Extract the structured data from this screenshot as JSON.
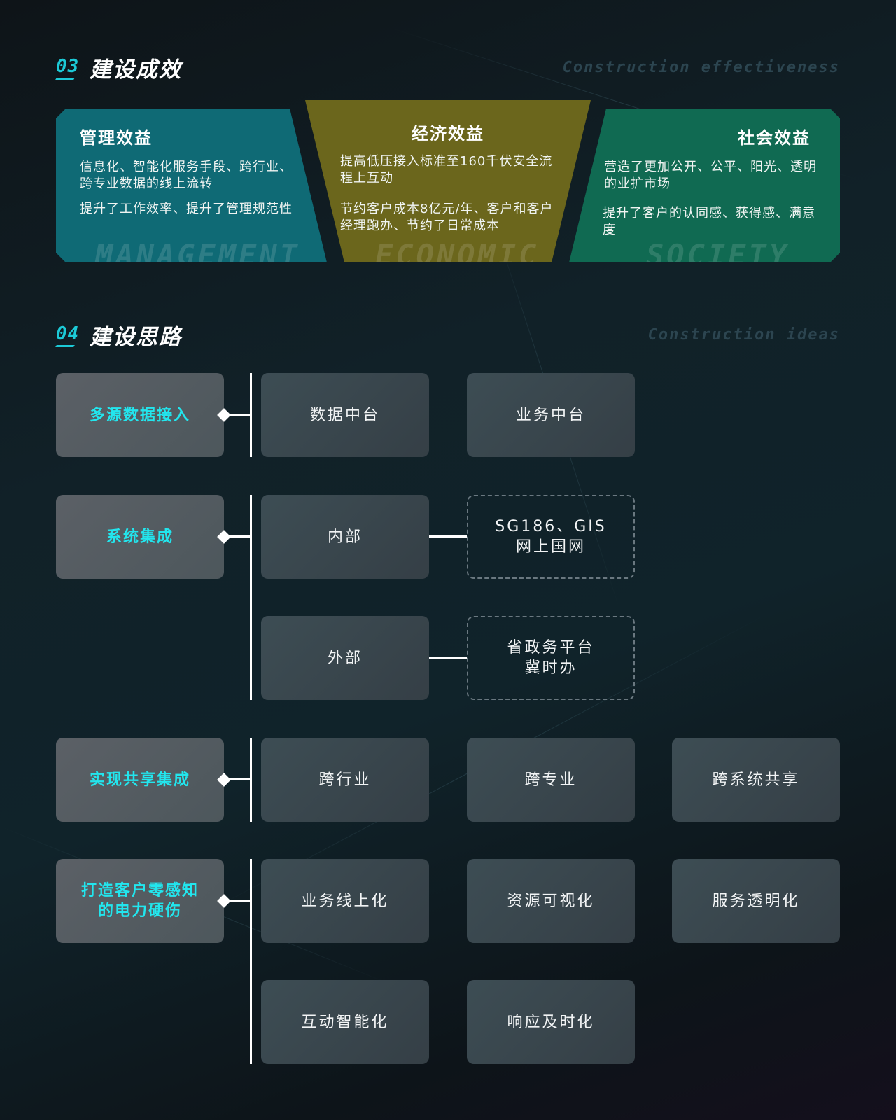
{
  "section3": {
    "number": "03",
    "title": "建设成效",
    "subtitle_en": "Construction effectiveness",
    "panels": [
      {
        "title": "管理效益",
        "p1": "信息化、智能化服务手段、跨行业、跨专业数据的线上流转",
        "p2": "提升了工作效率、提升了管理规范性",
        "watermark": "MANAGEMENT",
        "color": "#0f6a75"
      },
      {
        "title": "经济效益",
        "p1": "提高低压接入标准至160千伏安全流程上互动",
        "p2": "节约客户成本8亿元/年、客户和客户经理跑办、节约了日常成本",
        "watermark": "ECONOMIC",
        "color": "#6b661c"
      },
      {
        "title": "社会效益",
        "p1": "营造了更加公开、公平、阳光、透明的业扩市场",
        "p2": "提升了客户的认同感、获得感、满意度",
        "watermark": "SOCIETY",
        "color": "#106a52"
      }
    ]
  },
  "section4": {
    "number": "04",
    "title": "建设思路",
    "subtitle_en": "Construction ideas",
    "groups": [
      {
        "root": "多源数据接入",
        "items": [
          "数据中台",
          "业务中台"
        ]
      },
      {
        "root": "系统集成",
        "items": [
          "内部",
          "外部"
        ],
        "details": [
          "SG186、GIS\n网上国网",
          "省政务平台\n冀时办"
        ]
      },
      {
        "root": "实现共享集成",
        "items": [
          "跨行业",
          "跨专业",
          "跨系统共享"
        ]
      },
      {
        "root": "打造客户零感知\n的电力硬伤",
        "items": [
          "业务线上化",
          "资源可视化",
          "服务透明化",
          "互动智能化",
          "响应及时化"
        ]
      }
    ]
  },
  "colors": {
    "accent": "#1cc9d6",
    "root_text": "#22e6ee",
    "background": "#10232a"
  }
}
